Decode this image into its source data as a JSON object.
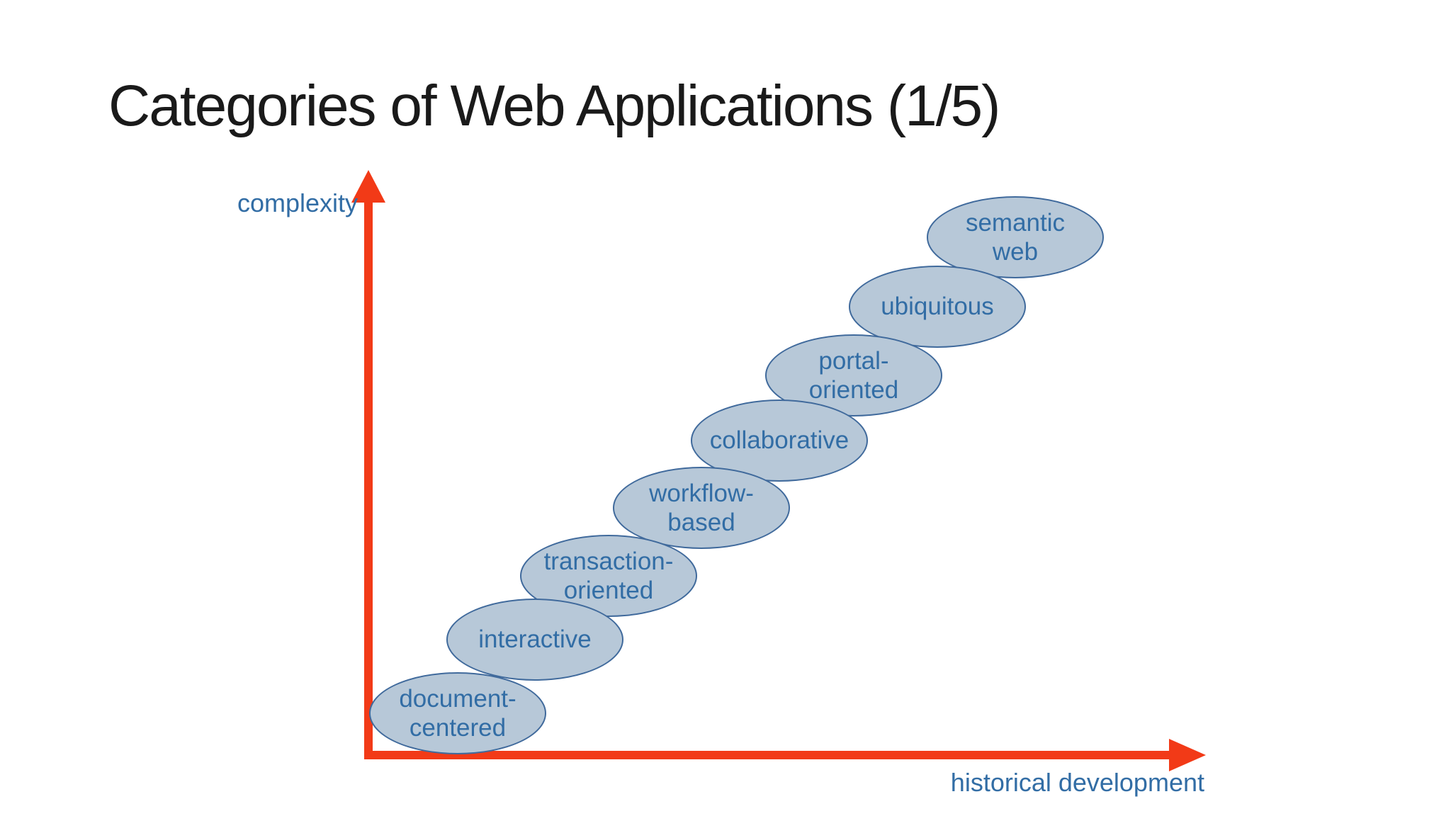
{
  "slide": {
    "title": "Categories of Web Applications (1/5)"
  },
  "diagram": {
    "y_axis_label": "complexity",
    "x_axis_label": "historical development",
    "colors": {
      "axis_color": "#f23a17",
      "ellipse_fill": "#b7c8d8",
      "ellipse_border": "#406a9c",
      "diagram_text_color": "#326da5",
      "title_color": "#1a1a1a"
    },
    "categories": [
      {
        "label": "document-\ncentered"
      },
      {
        "label": "interactive"
      },
      {
        "label": "transaction-\noriented"
      },
      {
        "label": "workflow-\nbased"
      },
      {
        "label": "collaborative"
      },
      {
        "label": "portal-\noriented"
      },
      {
        "label": "ubiquitous"
      },
      {
        "label": "semantic\nweb"
      }
    ]
  }
}
